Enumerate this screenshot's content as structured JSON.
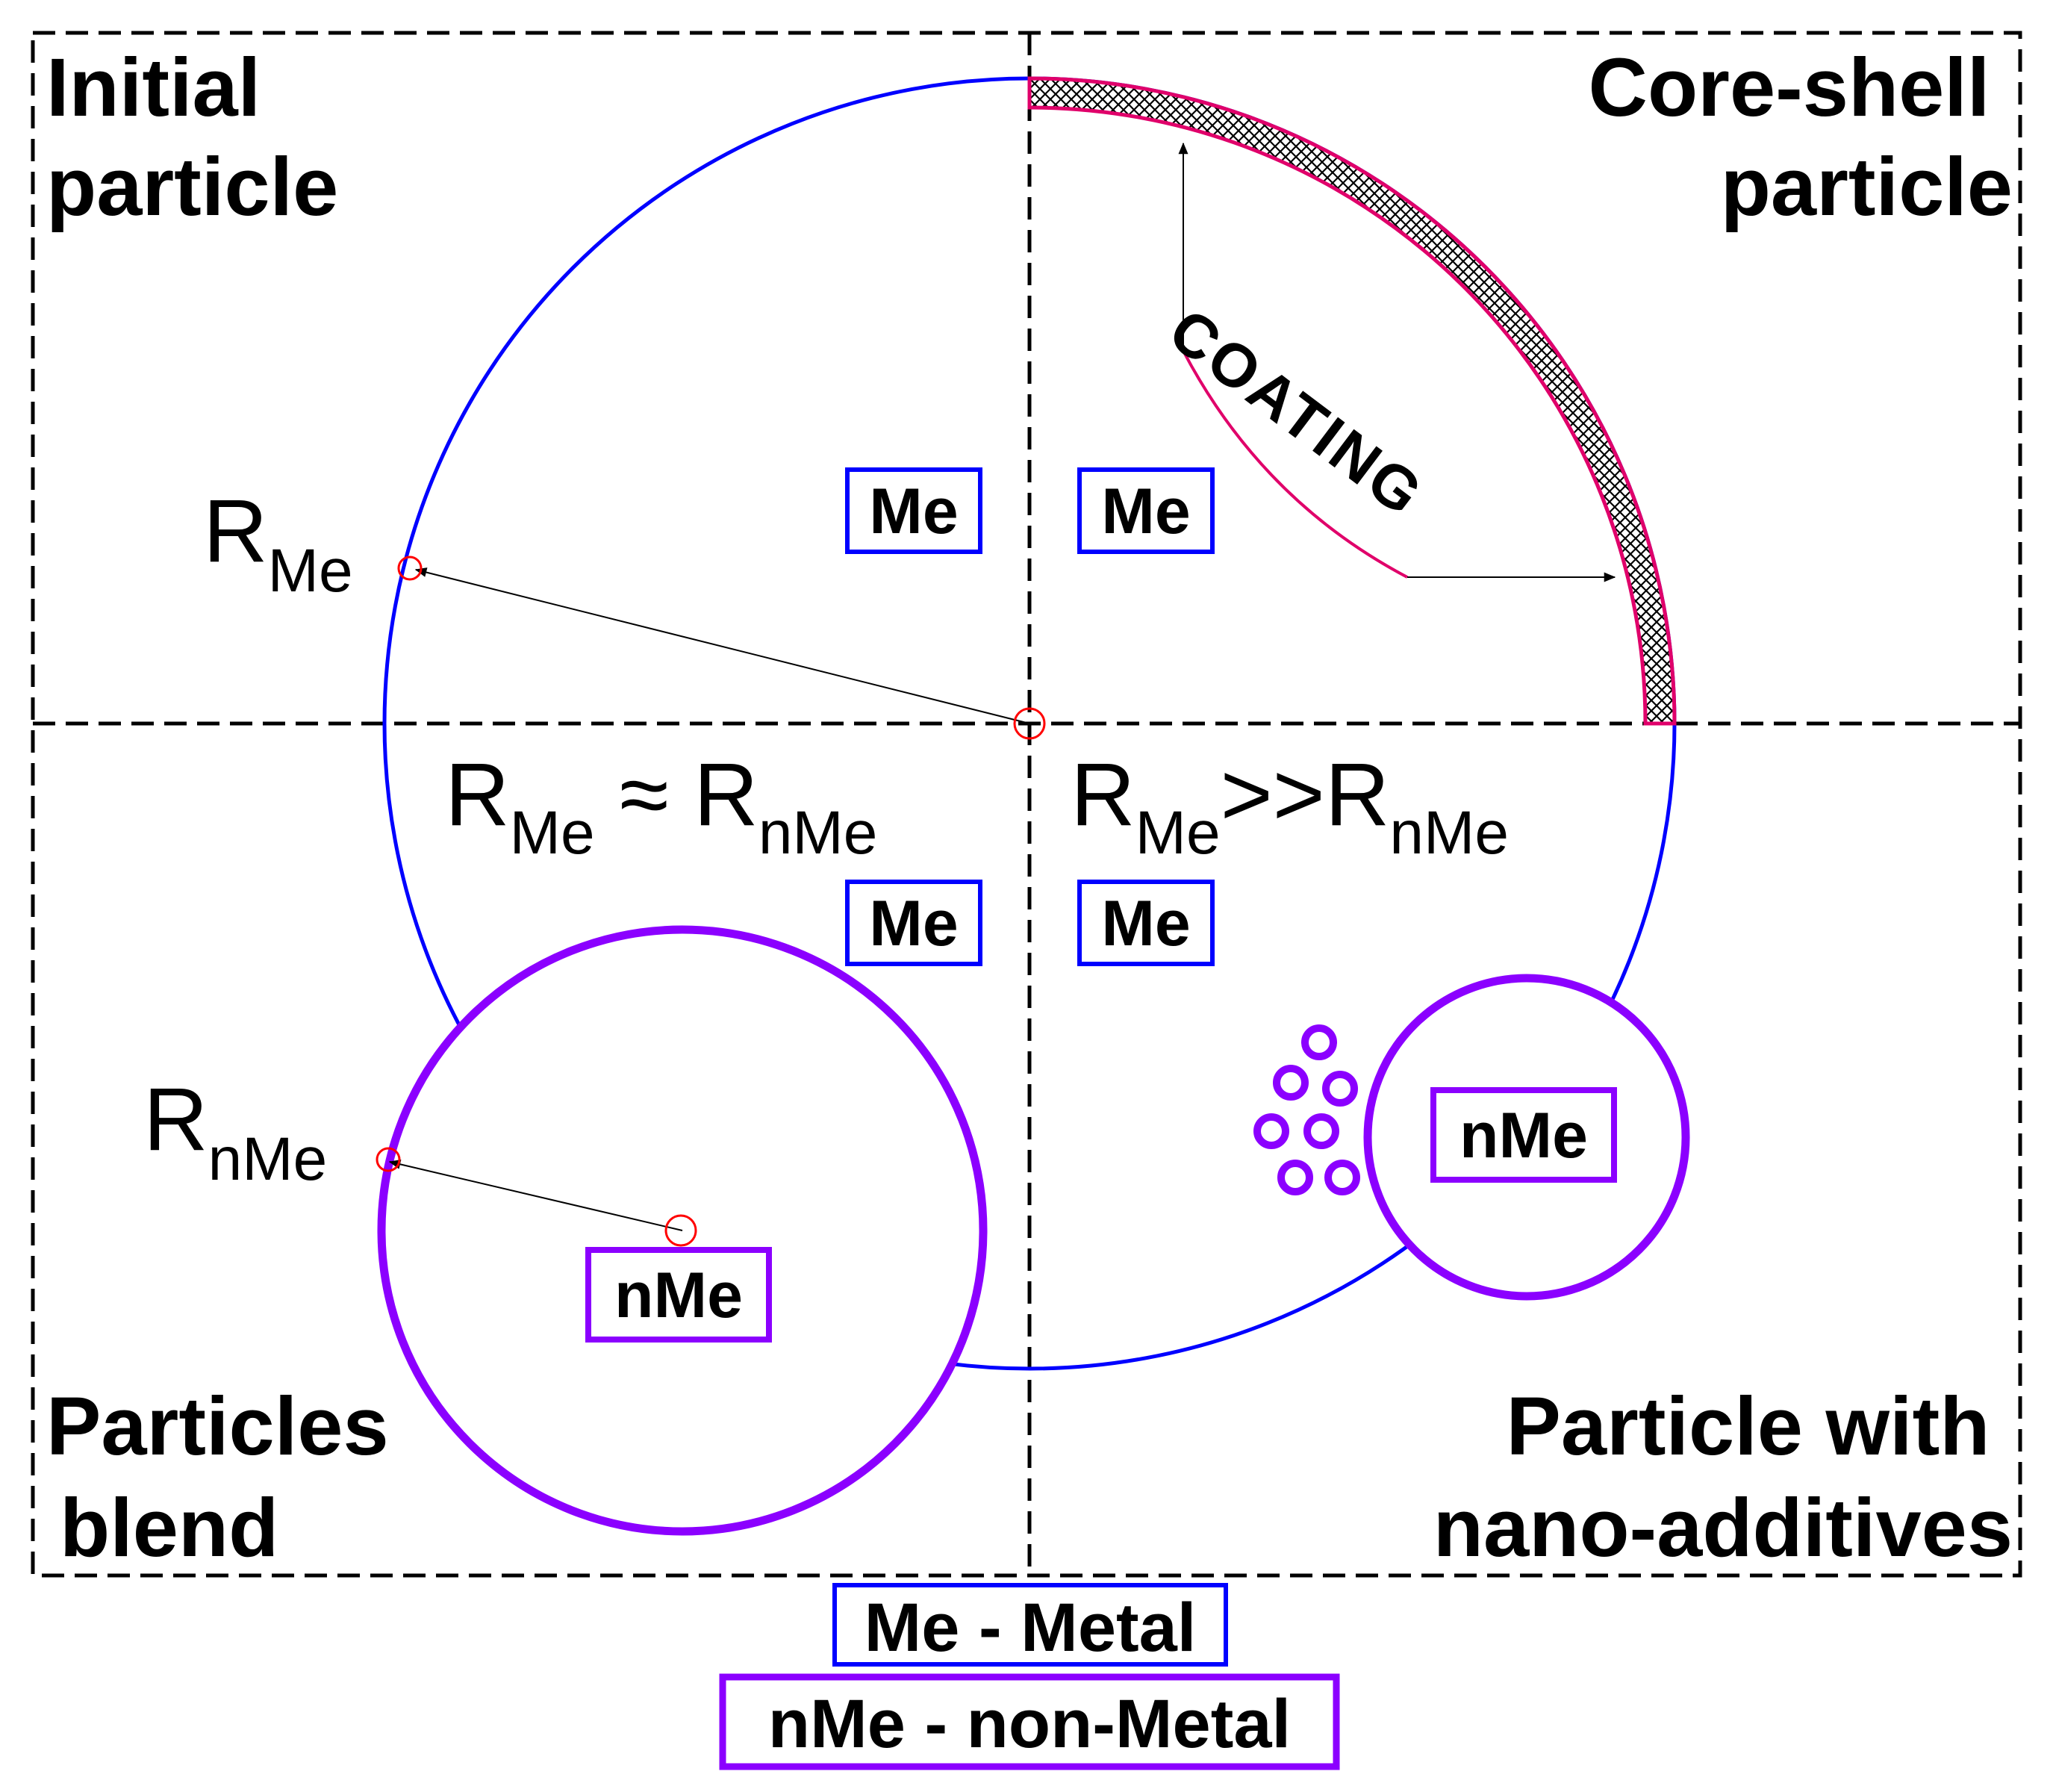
{
  "quadrants": {
    "top_left": [
      "Initial",
      "particle"
    ],
    "top_right": [
      "Core-shell",
      "particle"
    ],
    "bottom_left": [
      "Particles",
      "blend"
    ],
    "bottom_right": [
      "Particle with",
      "nano-additives"
    ]
  },
  "labels": {
    "r_me": {
      "base": "R",
      "sub": "Me"
    },
    "r_nme": {
      "base": "R",
      "sub": "nMe"
    },
    "coating": "COATING",
    "me": "Me",
    "nme": "nMe"
  },
  "relations": {
    "left": {
      "r1": "R",
      "s1": "Me",
      "op": " ≈ ",
      "r2": "R",
      "s2": "nMe"
    },
    "right": {
      "r1": "R",
      "s1": "Me",
      "op": ">>",
      "r2": "R",
      "s2": "nMe"
    }
  },
  "legend": {
    "metal": "Me - Metal",
    "non_metal": "nMe - non-Metal"
  },
  "colors": {
    "metal": "#0000ff",
    "non_metal": "#8b00ff",
    "coating_line": "#e0006a",
    "center_marker": "#ff0000"
  }
}
